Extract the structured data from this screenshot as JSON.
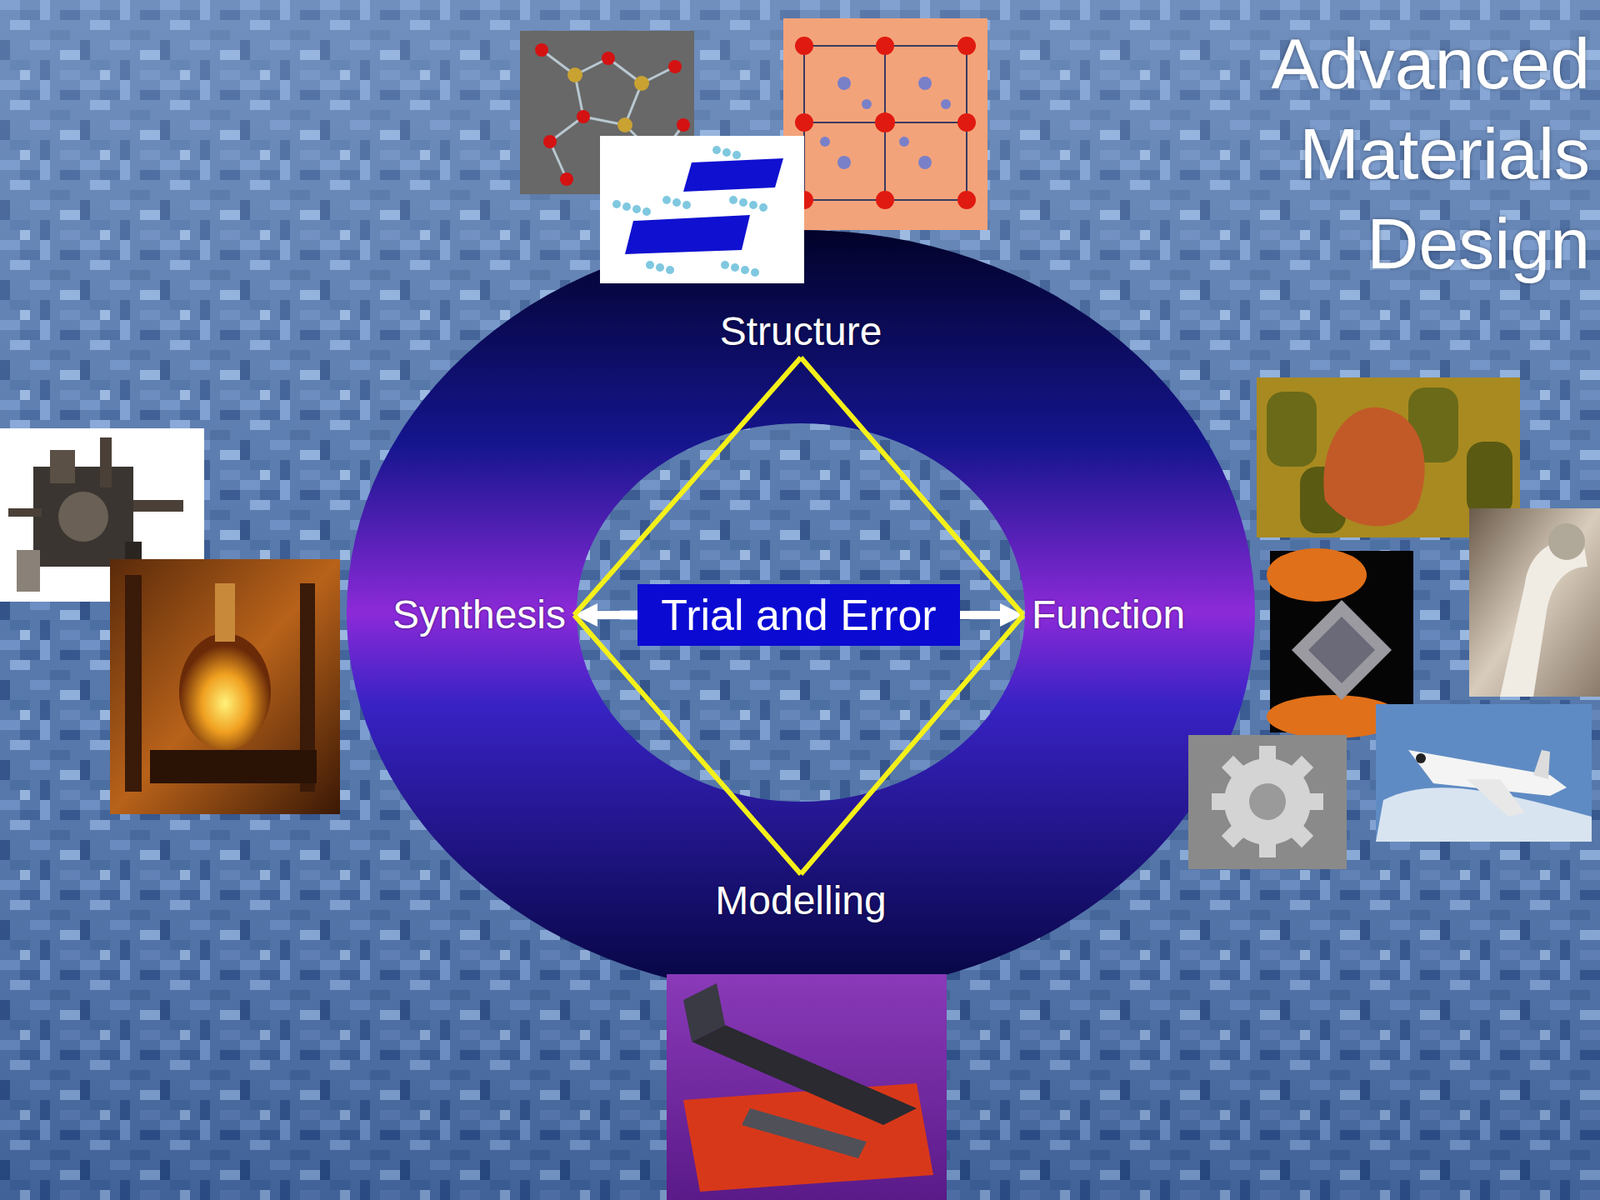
{
  "diagram": {
    "title": "Advanced Materials Design",
    "nodes": [
      {
        "text": [
          "Structure"
        ]
      },
      {
        "text": [
          "Synthesis"
        ]
      },
      {
        "text": [
          "Function"
        ]
      },
      {
        "text": [
          "Modelling"
        ]
      }
    ],
    "edges": [
      {
        "from": 1,
        "to": 2,
        "label": "Trial and Error",
        "arrow": "both"
      },
      {
        "from": 0,
        "to": 1,
        "arrow": "none"
      },
      {
        "from": 0,
        "to": 2,
        "arrow": "none"
      },
      {
        "from": 1,
        "to": 3,
        "arrow": "none"
      },
      {
        "from": 3,
        "to": 2,
        "arrow": "none"
      }
    ]
  }
}
